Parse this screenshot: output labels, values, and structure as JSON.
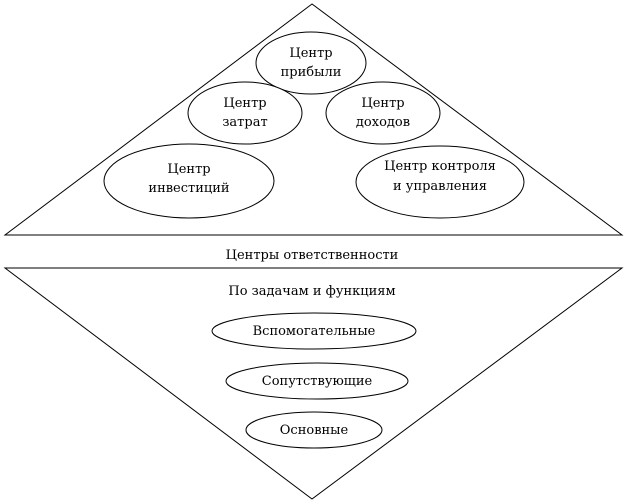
{
  "upper_group": {
    "nodes": [
      {
        "line1": "Центр",
        "line2": "прибыли"
      },
      {
        "line1": "Центр",
        "line2": "затрат"
      },
      {
        "line1": "Центр",
        "line2": "доходов"
      },
      {
        "line1": "Центр",
        "line2": "инвестиций"
      },
      {
        "line1": "Центр контроля",
        "line2": "и управления"
      }
    ]
  },
  "center_label": "Центры ответственности",
  "lower_group": {
    "title": "По задачам и функциям",
    "nodes": [
      {
        "label": "Вспомогательные"
      },
      {
        "label": "Сопутствующие"
      },
      {
        "label": "Основные"
      }
    ]
  }
}
